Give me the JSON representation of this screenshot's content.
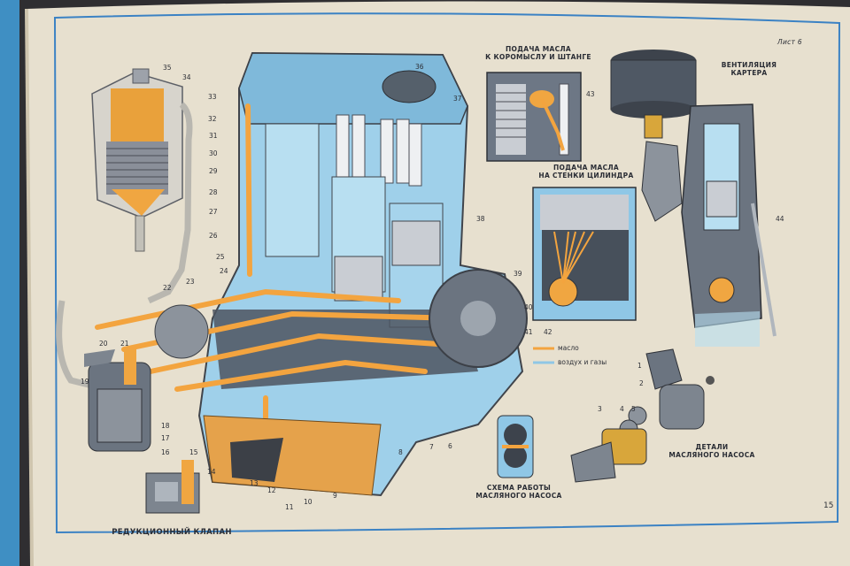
{
  "sheet": {
    "sheet_label": "Лист 6",
    "page_number": "15"
  },
  "captions": {
    "oil_to_rocker": "ПОДАЧА МАСЛА\nК КОРОМЫСЛУ И ШТАНГЕ",
    "oil_to_cylinder": "ПОДАЧА МАСЛА\nНА СТЕНКИ ЦИЛИНДРА",
    "crankcase_ventilation": "ВЕНТИЛЯЦИЯ\nКАРТЕРА",
    "pump_scheme": "СХЕМА РАБОТЫ\nМАСЛЯНОГО НАСОСА",
    "pump_parts": "ДЕТАЛИ\nМАСЛЯНОГО НАСОСА",
    "reducing_valve": "РЕДУКЦИОННЫЙ КЛАПАН"
  },
  "legend": [
    {
      "label": "масло",
      "color": "#f3a43f"
    },
    {
      "label": "воздух и газы",
      "color": "#8fc7e6"
    }
  ],
  "callouts": {
    "n1": "1",
    "n2": "2",
    "n3": "3",
    "n4": "4",
    "n5": "5",
    "n6": "6",
    "n7": "7",
    "n8": "8",
    "n9": "9",
    "n10": "10",
    "n11": "11",
    "n12": "12",
    "n13": "13",
    "n14": "14",
    "n15": "15",
    "n16": "16",
    "n17": "17",
    "n18": "18",
    "n19": "19",
    "n20": "20",
    "n21": "21",
    "n22": "22",
    "n23": "23",
    "n24": "24",
    "n25": "25",
    "n26": "26",
    "n27": "27",
    "n28": "28",
    "n29": "29",
    "n30": "30",
    "n31": "31",
    "n32": "32",
    "n33": "33",
    "n34": "34",
    "n35": "35",
    "n36": "36",
    "n37": "37",
    "n38": "38",
    "n39": "39",
    "n40": "40",
    "n41": "41",
    "n42": "42",
    "n43": "43",
    "n44": "44"
  },
  "colors": {
    "paper": "#e7e0cf",
    "oil": "#f3a43f",
    "metal_blue": "#8fc7e6",
    "dark_metal": "#3b3f48",
    "frame_blue": "#3b82c4"
  }
}
